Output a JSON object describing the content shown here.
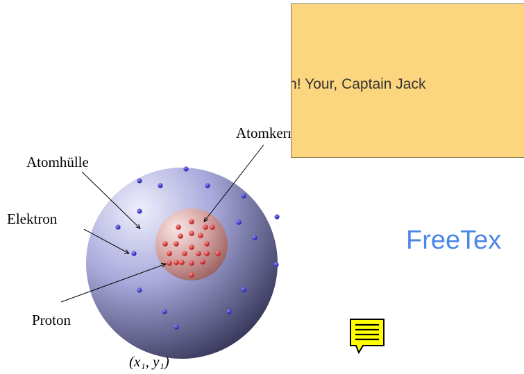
{
  "diagram": {
    "labels": {
      "atomkern": "Atomkern",
      "atomhuelle": "Atomhülle",
      "elektron": "Elektron",
      "proton": "Proton",
      "coord": "(x₁, y₁)"
    },
    "colors": {
      "shell_light": "#e6e6fb",
      "shell_dark": "#3a3a5e",
      "nucleus_light": "#f6e0df",
      "nucleus_dark": "#a26b6a",
      "electron": "#2b2bd6",
      "proton": "#e02020"
    }
  },
  "annotations": {
    "popup_text": "tion! Your, Captain Jack",
    "freetext": "FreeTex",
    "note_icon": "note-icon",
    "popup_color": "#fcd57f",
    "freetext_color": "#4a86e8",
    "note_color": "#ffff00"
  }
}
